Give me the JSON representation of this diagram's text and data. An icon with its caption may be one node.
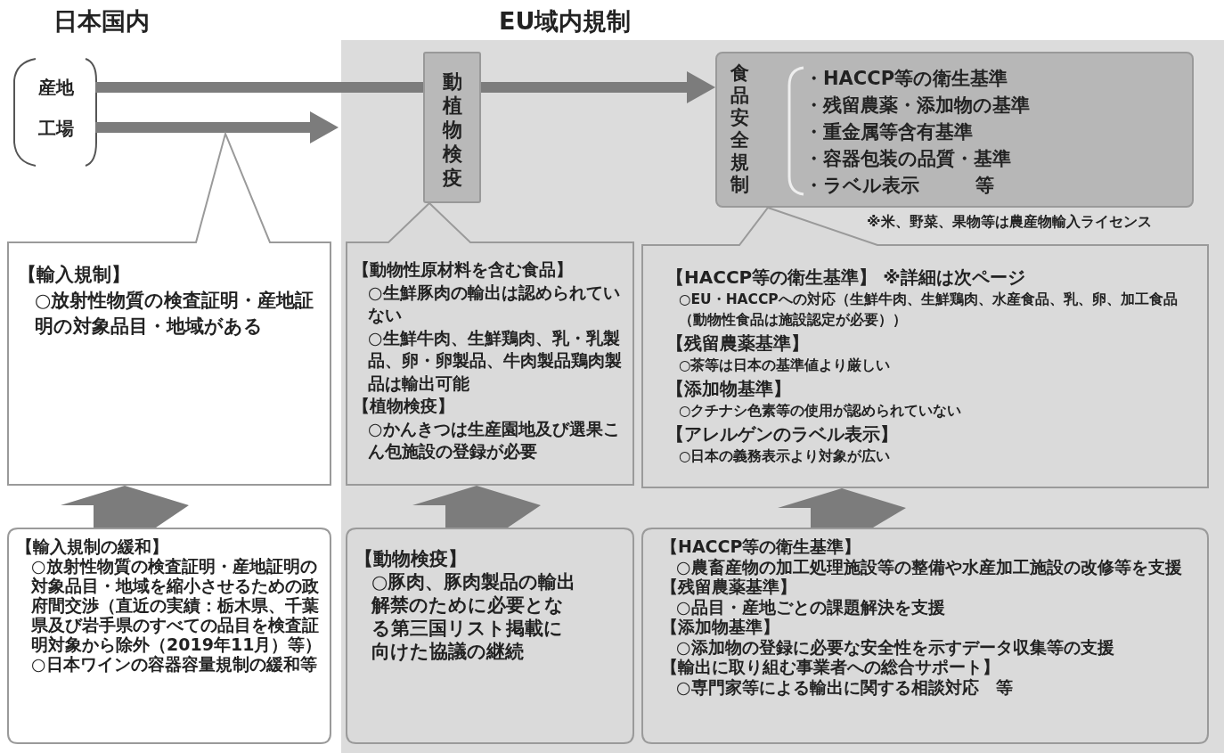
{
  "diagram": {
    "nodes": [
      {
        "text": [
          "産地"
        ]
      },
      {
        "text": [
          "工場"
        ]
      },
      {
        "text": [
          "動植物検疫"
        ]
      },
      {
        "text": [
          "食品安全規制",
          "・HACCP等の衛生基準",
          "・残留農薬・添加物の基準",
          "・重金属等含有基準",
          "・容器包装の品質・基準",
          "・ラベル表示　　　等"
        ],
        "beside": [
          "※米、野菜、果物等は農産物輸入ライセンス"
        ]
      },
      {
        "text": [
          "【輸入規制】",
          "○放射性物質の検査証明・産地証明の対象品目・地域がある"
        ]
      },
      {
        "text": [
          "【動物性原材料を含む食品】",
          "○生鮮豚肉の輸出は認められていない",
          "○生鮮牛肉、生鮮鶏肉、乳・乳製品、卵・卵製品、牛肉製品鶏肉製品は輸出可能",
          "【植物検疫】",
          "○かんきつは生産園地及び選果こん包施設の登録が必要"
        ]
      },
      {
        "text": [
          "【HACCP等の衛生基準】 ※詳細は次ページ",
          "○EU・HACCPへの対応（生鮮牛肉、生鮮鶏肉、水産食品、乳、卵、加工食品（動物性食品は施設認定が必要））",
          "【残留農薬基準】",
          "○茶等は日本の基準値より厳しい",
          "【添加物基準】",
          "○クチナシ色素等の使用が認められていない",
          "【アレルゲンのラベル表示】",
          "○日本の義務表示より対象が広い"
        ]
      },
      {
        "text": [
          "【輸入規制の緩和】",
          "○放射性物質の検査証明・産地証明の対象品目・地域を縮小させるための政府間交渉（直近の実績：栃木県、千葉県及び岩手県のすべての品目を検査証明対象から除外（2019年11月）等）",
          "○日本ワインの容器容量規制の緩和等"
        ]
      },
      {
        "text": [
          "【動物検疫】",
          "○豚肉、豚肉製品の輸出解禁のために必要となる第三国リスト掲載に向けた協議の継続"
        ]
      },
      {
        "text": [
          "【HACCP等の衛生基準】",
          "○農畜産物の加工処理施設等の整備や水産加工施設の改修等を支援",
          "【残留農薬基準】",
          "○品目・産地ごとの課題解決を支援",
          "【添加物基準】",
          "○添加物の登録に必要な安全性を示すデータ収集等の支援",
          "【輸出に取り組む事業者への総合サポート】",
          "○専門家等による輸出に関する相談対応　等"
        ]
      }
    ],
    "edges": [
      {
        "from": 0,
        "to": 2,
        "arrow": "none"
      },
      {
        "from": 2,
        "to": 3,
        "arrow": "to"
      },
      {
        "from": 1,
        "to": null,
        "arrow": "to"
      },
      {
        "from": 7,
        "to": 4,
        "arrow": "to"
      },
      {
        "from": 8,
        "to": 5,
        "arrow": "to"
      },
      {
        "from": 9,
        "to": 6,
        "arrow": "to"
      }
    ],
    "labels": [
      "日本国内",
      "EU域内規制"
    ]
  }
}
